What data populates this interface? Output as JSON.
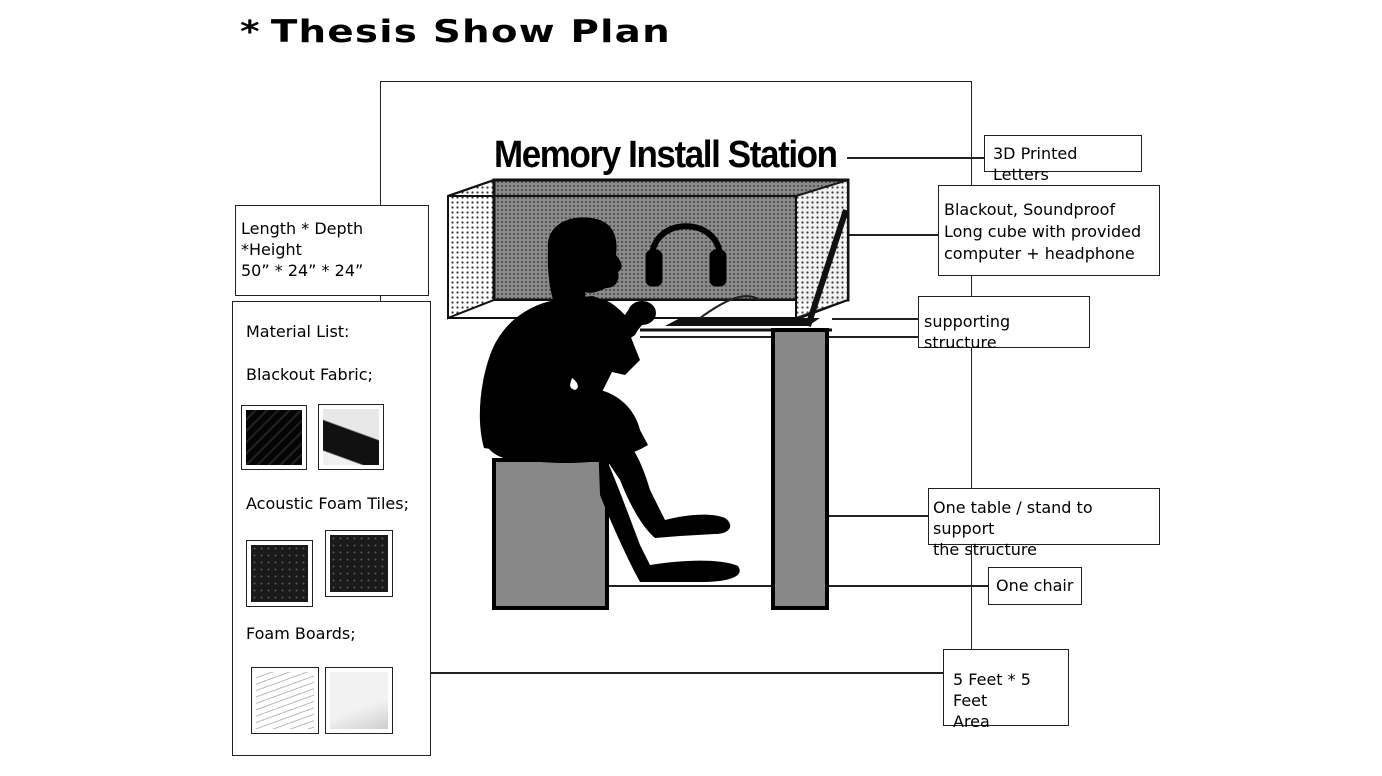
{
  "title": {
    "symbol": "*",
    "text": "Thesis Show Plan"
  },
  "station_title": "Memory Install Station",
  "dimensions": {
    "label": "Length * Depth *Height",
    "value": "50” * 24” * 24”"
  },
  "materials": {
    "heading": "Material List:",
    "blackout": "Blackout Fabric;",
    "acoustic": "Acoustic Foam Tiles;",
    "foam": "Foam Boards;"
  },
  "callouts": {
    "letters": "3D Printed Letters",
    "cube_line1": "Blackout, Soundproof",
    "cube_line2": "Long cube with provided",
    "cube_line3": "computer + headphone",
    "support": "supporting structure",
    "table_line1": "One table / stand to support",
    "table_line2": "the structure",
    "chair": "One chair",
    "area_line1": "5 Feet * 5 Feet",
    "area_line2": "Area"
  },
  "icons": [
    "person-silhouette-icon",
    "headphones-icon",
    "laptop-icon"
  ]
}
